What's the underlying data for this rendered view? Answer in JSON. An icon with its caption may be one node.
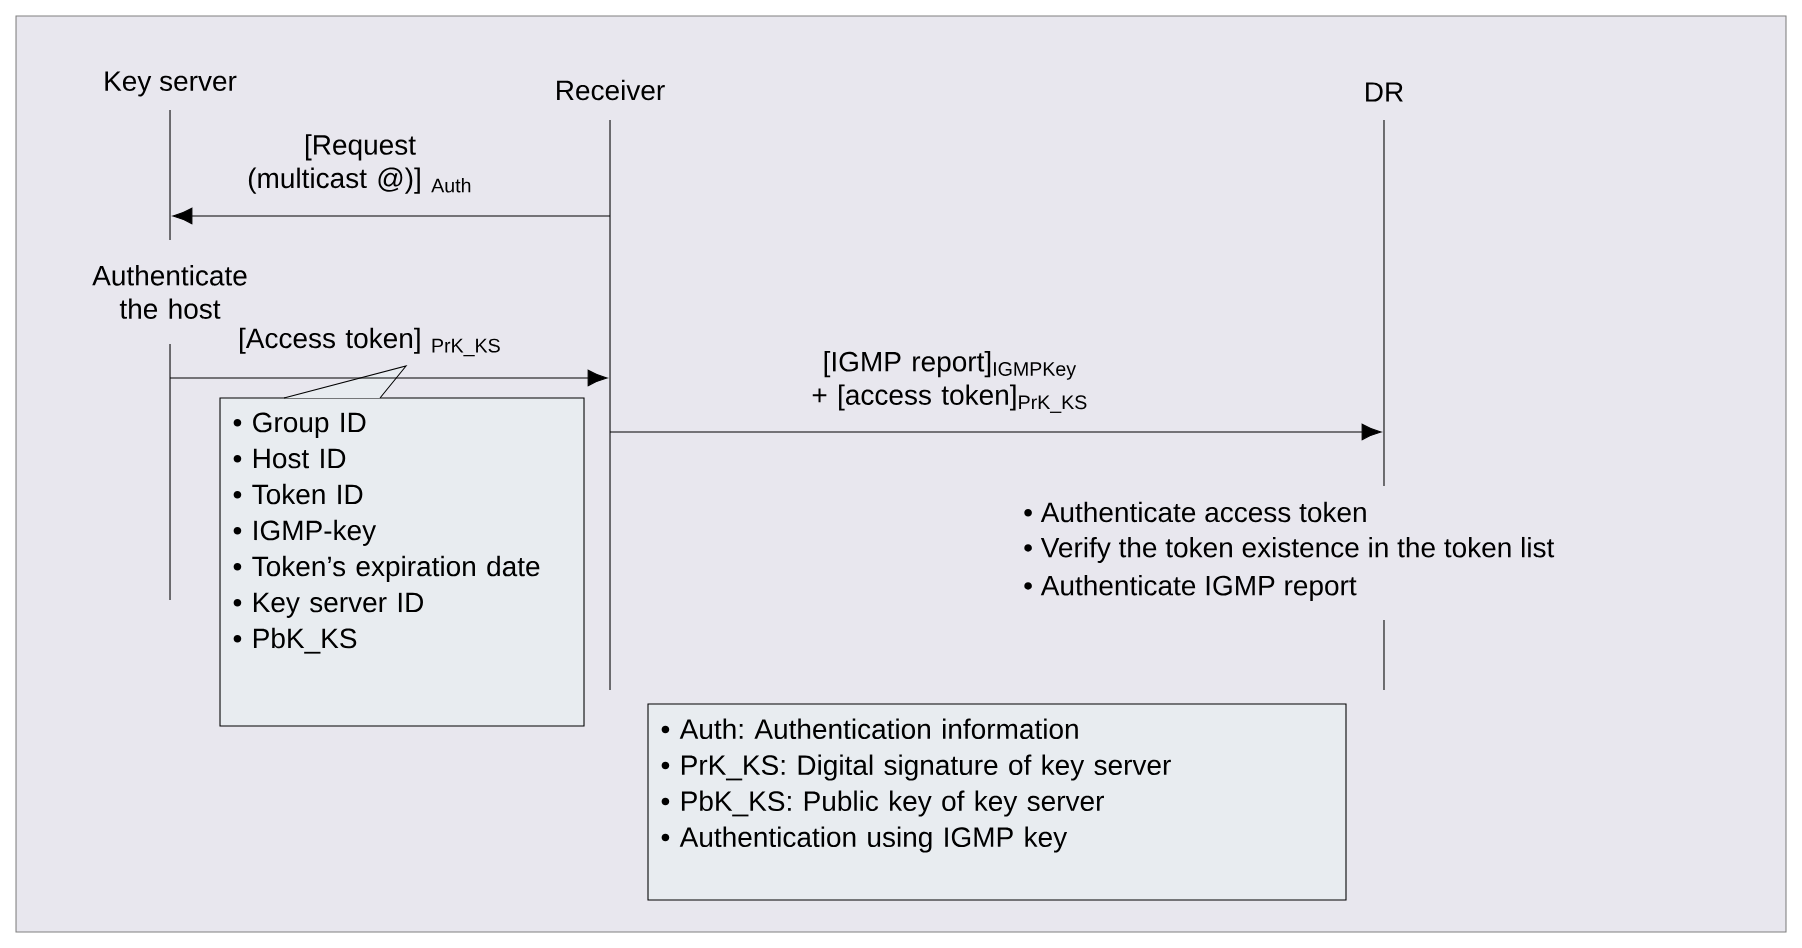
{
  "diagram": {
    "nodes": [
      {
        "text": [],
        "shape": "line",
        "beside": [
          "Key server"
        ]
      },
      {
        "text": [],
        "shape": "line",
        "beside": [
          "Receiver"
        ]
      },
      {
        "text": [],
        "shape": "line",
        "beside": [
          "DR"
        ]
      },
      {
        "text": [
          "• Group ID",
          "• Host ID",
          "• Token ID",
          "• IGMP-key",
          "• Token’s expiration date",
          "• Key server ID",
          "• PbK_KS"
        ]
      },
      {
        "text": [
          "• Auth: Authentication information",
          "• PrK_KS: Digital signature of key server",
          "• PbK_KS: Public key of key server",
          "• Authentication using IGMP key"
        ]
      }
    ],
    "edges": [
      {
        "from": 1,
        "to": 0,
        "arrow": "to",
        "label": "[Request (multicast @)] $_{Auth}$"
      },
      {
        "from": 0,
        "to": 1,
        "arrow": "to",
        "label": "[Access token] $_{PrK_KS}$"
      },
      {
        "from": 1,
        "to": 2,
        "arrow": "to",
        "label": "[IGMP report]$_{IGMPKey}$ + [access token]$_{PrK_KS}$"
      }
    ],
    "labels": [
      "Authenticate the host",
      "• Authenticate access token",
      "• Verify the token existence in the token list",
      "• Authenticate IGMP report"
    ]
  }
}
